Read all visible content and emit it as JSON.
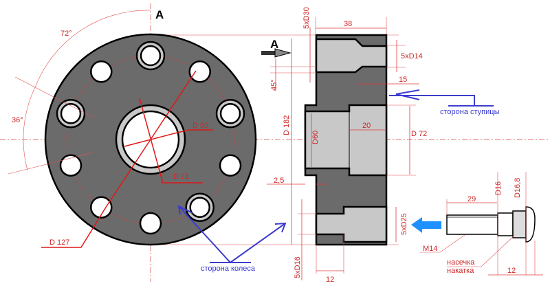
{
  "section_label": "A",
  "front_view": {
    "angle_72": "72°",
    "angle_36": "36°",
    "d60": "D 60",
    "d71": "D 71",
    "d127": "D 127",
    "wheel_side": "сторона колеса"
  },
  "section_view": {
    "width_38": "38",
    "holes_d30": "5xD30",
    "holes_d14": "5xD14",
    "angle_45": "45°",
    "depth_15": "15",
    "hub_side": "сторона ступицы",
    "d182": "D 182",
    "d60": "D60",
    "depth_20": "20",
    "d72": "D 72",
    "step_2_5": "2,5",
    "holes_d25": "5xD25",
    "holes_d16": "5xD16",
    "depth_12": "12"
  },
  "stud": {
    "length_29": "29",
    "d16": "D16",
    "d16_8": "D16,8",
    "thread": "M14",
    "knurl_1": "насечка",
    "knurl_2": "накатка",
    "length_12": "12"
  },
  "colors": {
    "body": "#6b6b6b",
    "bore": "#c8c8c8",
    "dimension": "#e03a3a",
    "pointer": "#3b3bd0",
    "arrow": "#1e90ff"
  }
}
